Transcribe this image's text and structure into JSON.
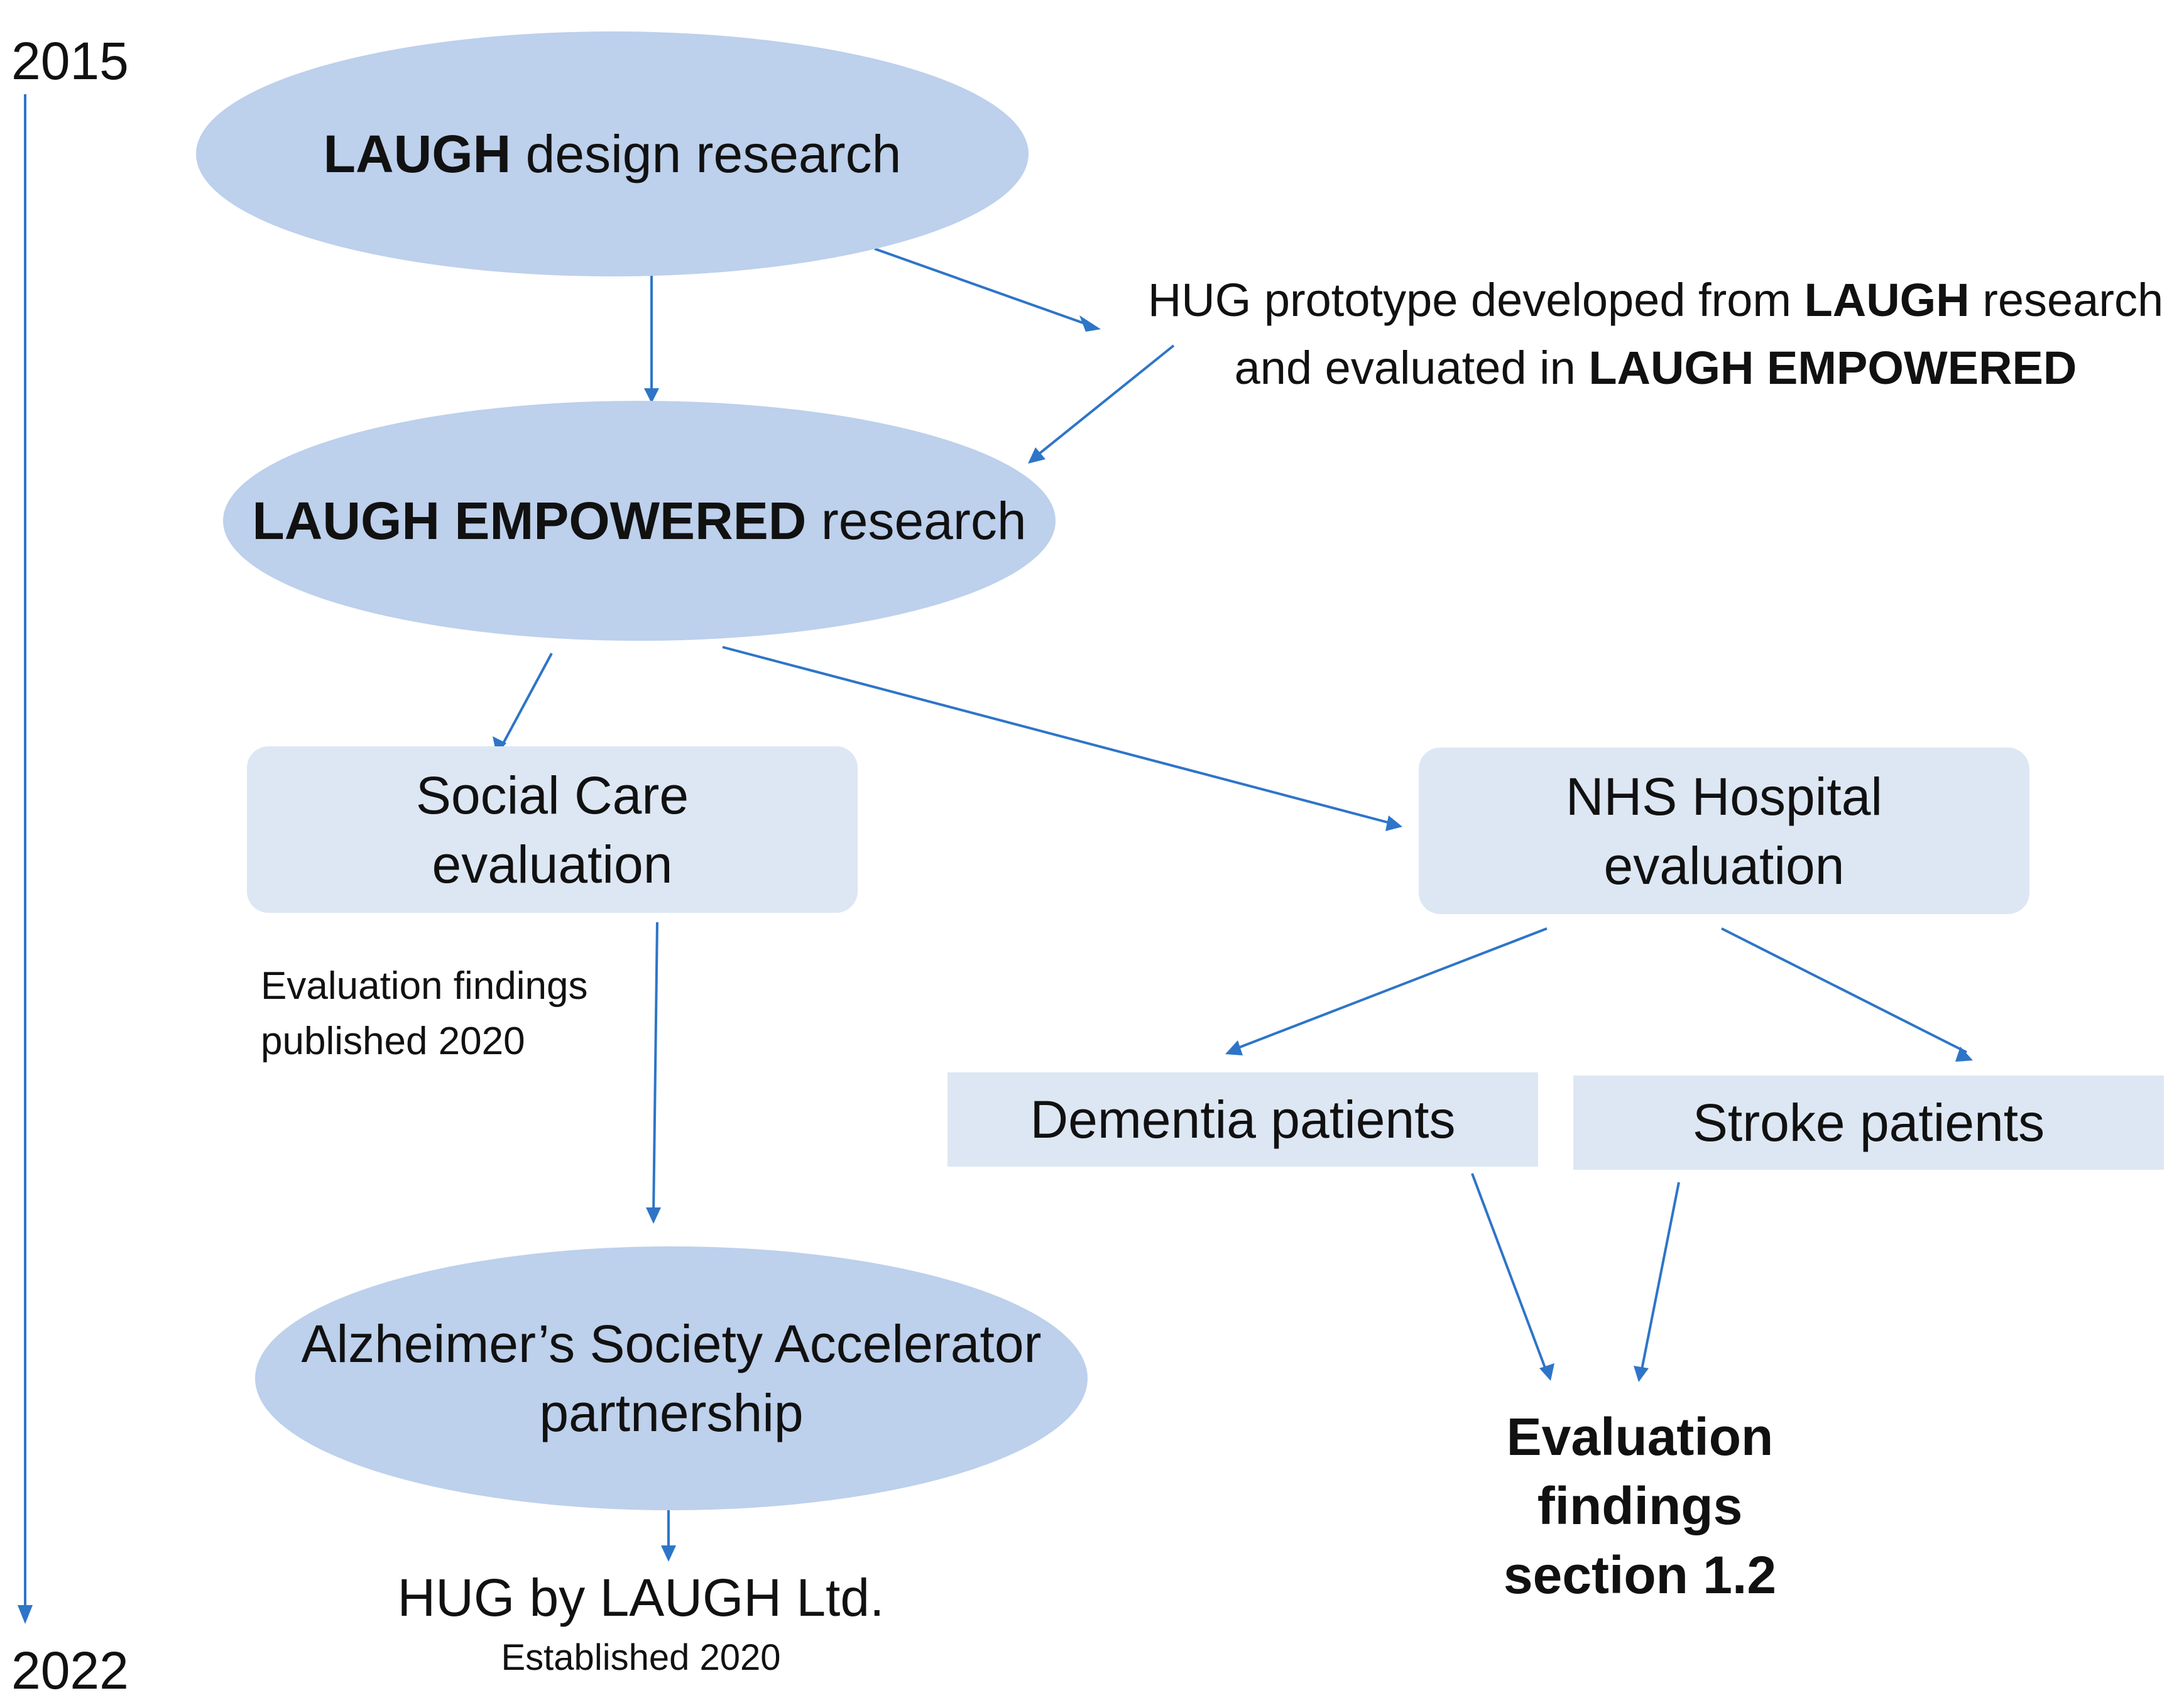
{
  "timeline": {
    "start_year": "2015",
    "end_year": "2022"
  },
  "laugh_design": {
    "bold": "LAUGH",
    "rest": " design research"
  },
  "hug_prototype": {
    "line1_a": "HUG prototype developed from ",
    "line1_bold": "LAUGH",
    "line1_b": " research",
    "line2_a": "and evaluated in ",
    "line2_bold": "LAUGH EMPOWERED"
  },
  "laugh_empowered": {
    "bold": "LAUGH EMPOWERED",
    "rest": " research"
  },
  "social_care": {
    "line1": "Social Care",
    "line2": "evaluation"
  },
  "nhs_hospital": {
    "line1": "NHS Hospital",
    "line2": "evaluation"
  },
  "social_findings": {
    "line1": "Evaluation findings",
    "line2": "published 2020"
  },
  "dementia": {
    "label": "Dementia patients"
  },
  "stroke": {
    "label": "Stroke patients"
  },
  "alzheimers": {
    "line1": "Alzheimer’s Society Accelerator",
    "line2": "partnership"
  },
  "hug_ltd": {
    "name": "HUG by LAUGH Ltd.",
    "established": "Established 2020"
  },
  "eval_findings": {
    "line1": "Evaluation",
    "line2": "findings",
    "line3": "section 1.2"
  },
  "colors": {
    "ellipse_fill": "#bdd0ec",
    "box_fill": "#dde7f4",
    "arrow": "#2e75c8",
    "text": "#111111"
  }
}
